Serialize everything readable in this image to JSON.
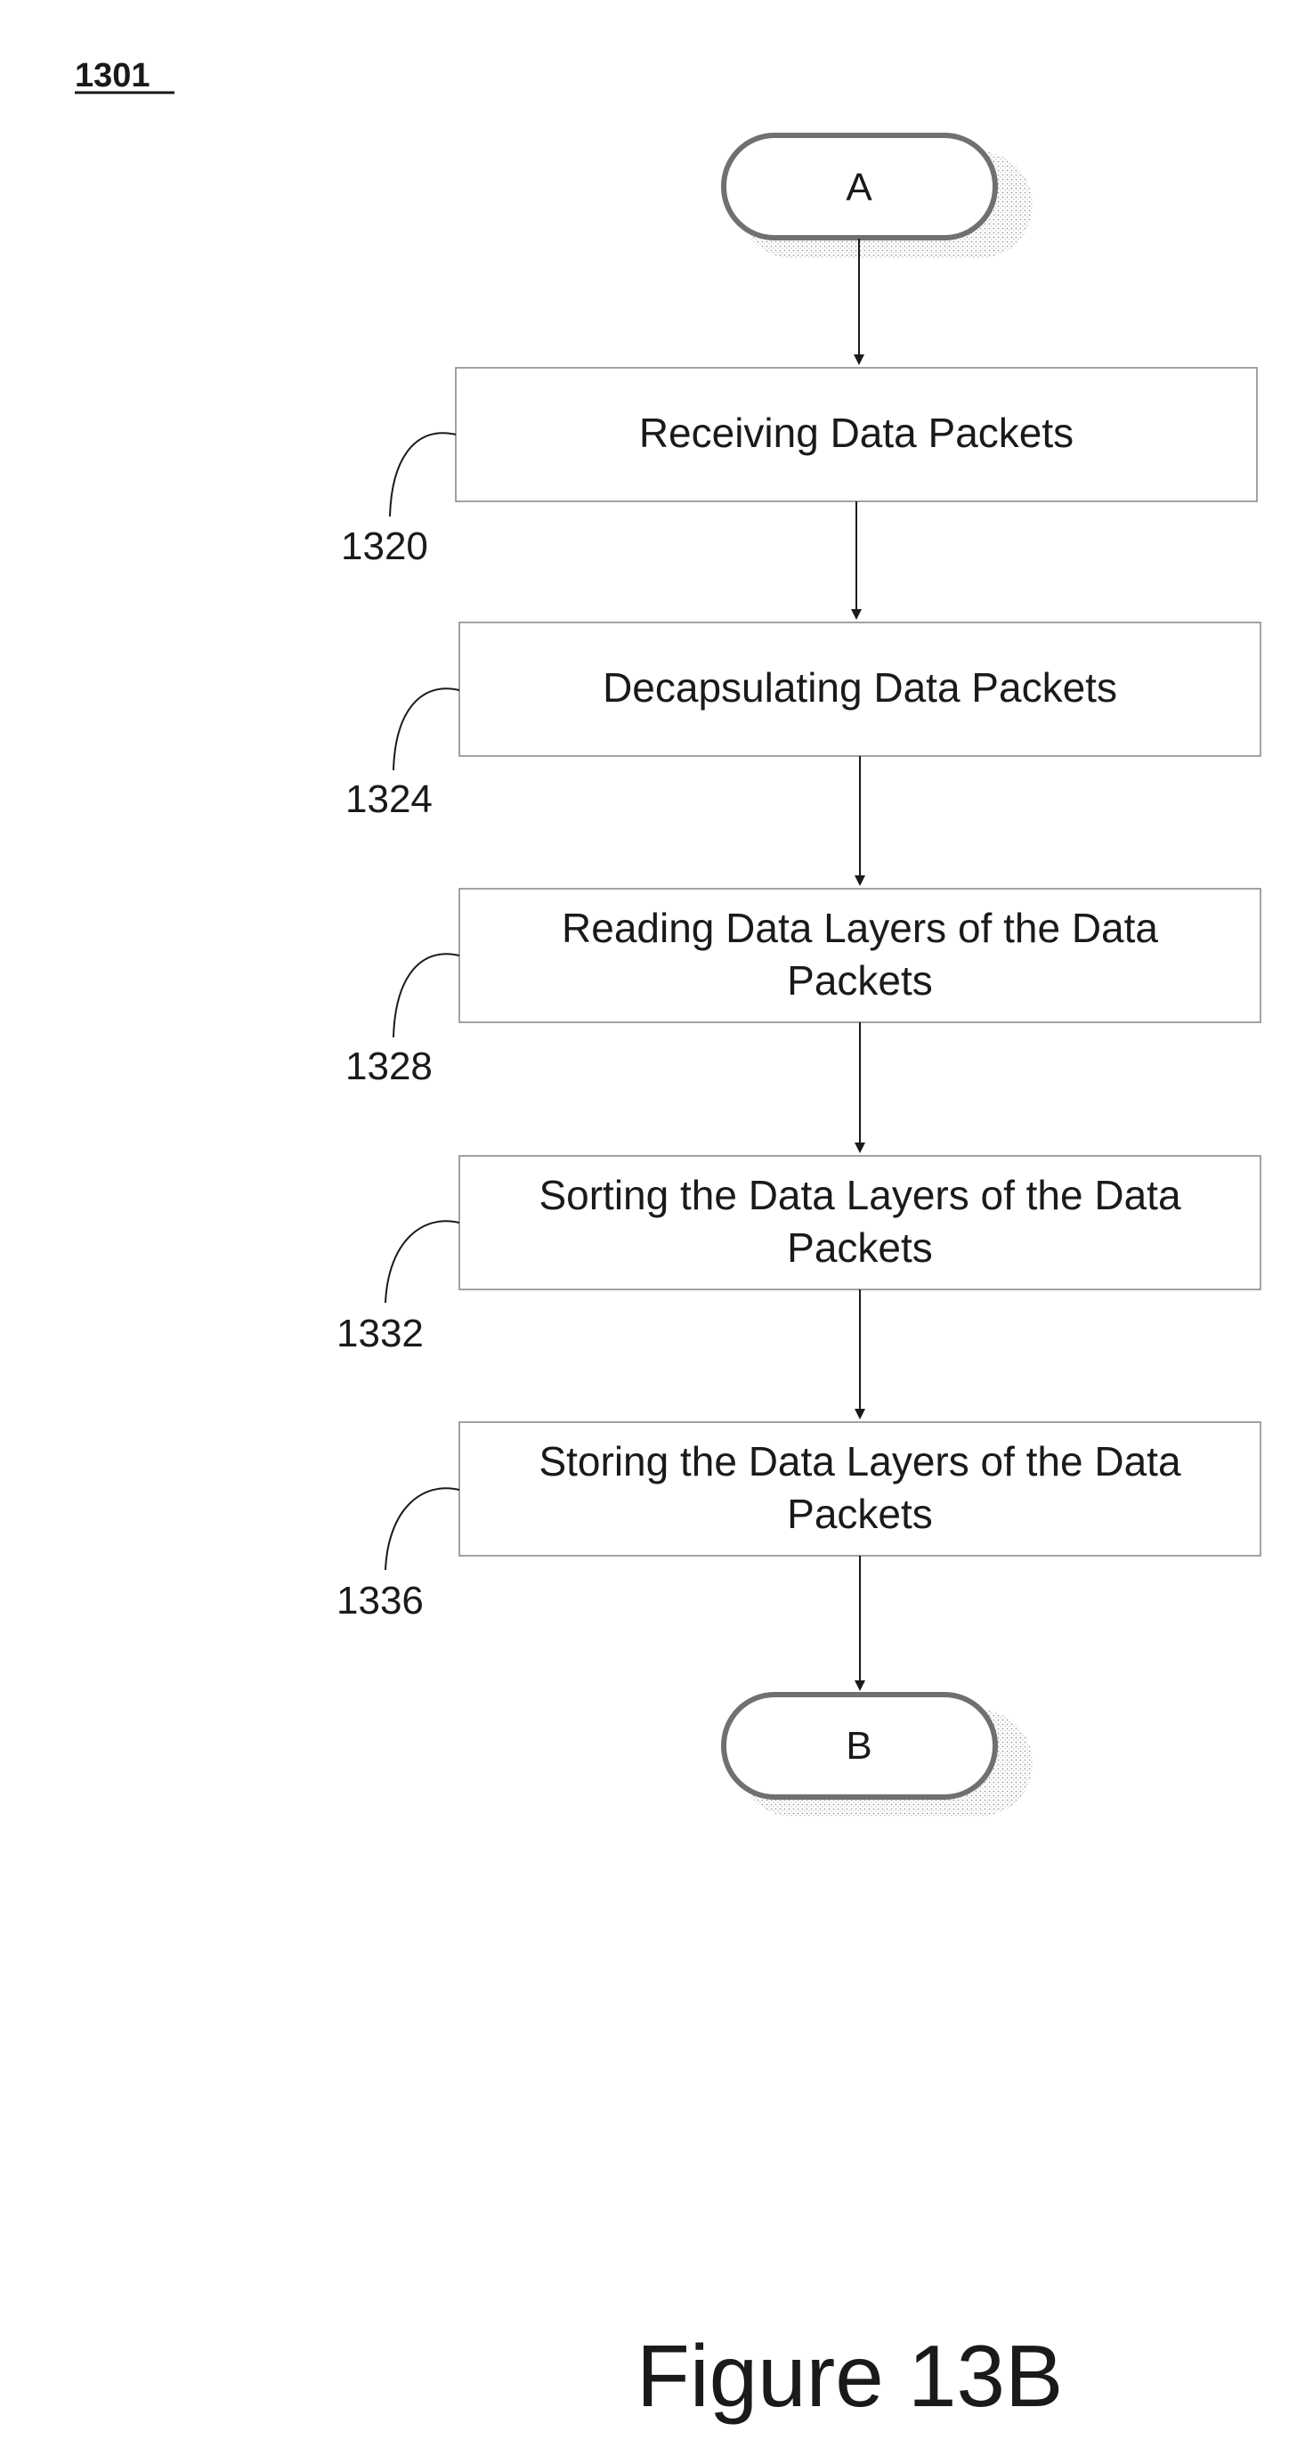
{
  "figure_id": "1301",
  "caption": "Figure 13B",
  "start_terminal": "A",
  "end_terminal": "B",
  "steps": [
    {
      "ref": "1320",
      "lines": [
        "Receiving Data Packets"
      ]
    },
    {
      "ref": "1324",
      "lines": [
        "Decapsulating Data Packets"
      ]
    },
    {
      "ref": "1328",
      "lines": [
        "Reading Data Layers of the Data",
        "Packets"
      ]
    },
    {
      "ref": "1332",
      "lines": [
        "Sorting the Data Layers of the Data",
        "Packets"
      ]
    },
    {
      "ref": "1336",
      "lines": [
        "Storing the Data Layers of the Data",
        "Packets"
      ]
    }
  ]
}
